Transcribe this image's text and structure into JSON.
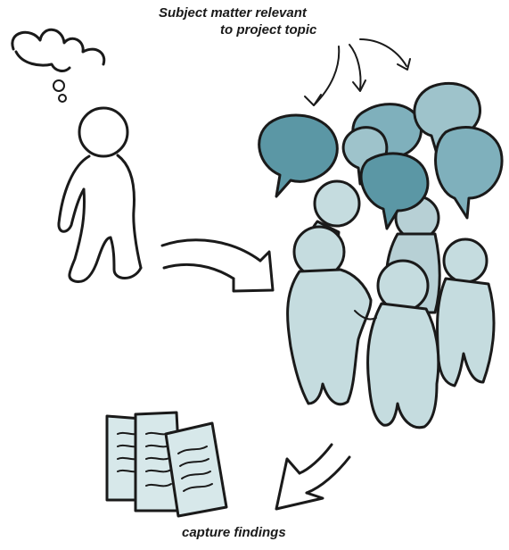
{
  "labels": {
    "subject_line1": "Subject matter relevant",
    "subject_line2": "to project topic",
    "capture": "capture findings"
  },
  "colors": {
    "person_fill": "#c5dcdf",
    "bubble_dark": "#5b97a5",
    "bubble_mid": "#7fb0bc",
    "bubble_light": "#9ec3cb",
    "paper_fill": "#d7e8ea",
    "ink": "#1a1a1a"
  }
}
